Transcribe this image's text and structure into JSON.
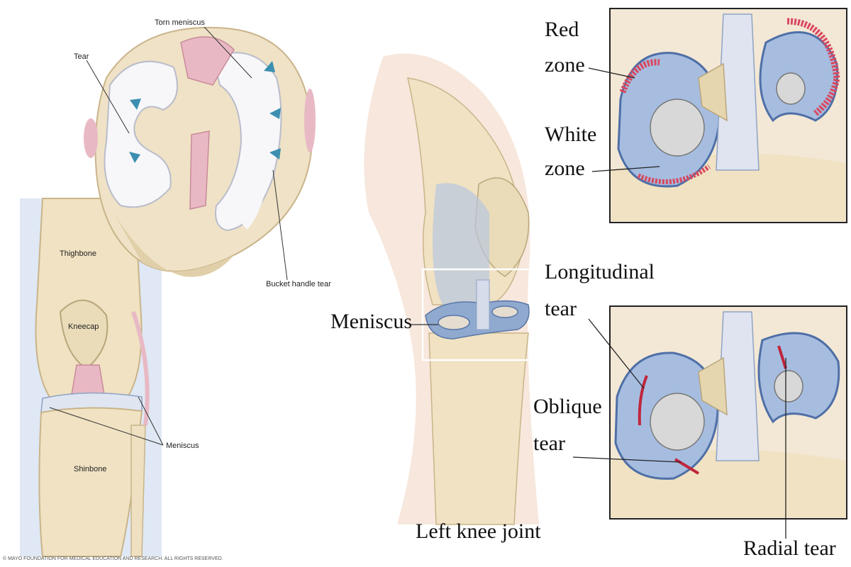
{
  "left_panel": {
    "top_view": {
      "tear": "Tear",
      "torn_meniscus": "Torn meniscus",
      "bucket_handle_tear": "Bucket handle tear"
    },
    "front_view": {
      "thighbone": "Thighbone",
      "kneecap": "Kneecap",
      "meniscus": "Meniscus",
      "shinbone": "Shinbone"
    },
    "copyright": "© MAYO FOUNDATION FOR MEDICAL EDUCATION AND RESEARCH. ALL RIGHTS RESERVED."
  },
  "center_panel": {
    "meniscus": "Meniscus",
    "caption": "Left knee joint"
  },
  "right_top_panel": {
    "red_zone": [
      "Red",
      "zone"
    ],
    "white_zone": [
      "White",
      "zone"
    ]
  },
  "right_bottom_panel": {
    "longitudinal_tear": [
      "Longitudinal",
      "tear"
    ],
    "oblique_tear": [
      "Oblique",
      "tear"
    ],
    "radial_tear": "Radial tear"
  },
  "colors": {
    "bone": "#f0e2c2",
    "cartilage_blue": "#9fb6d6",
    "ligament_pink": "#e8b9c4",
    "red_zone": "#d9485f",
    "arrow_teal": "#3c8fb0"
  }
}
